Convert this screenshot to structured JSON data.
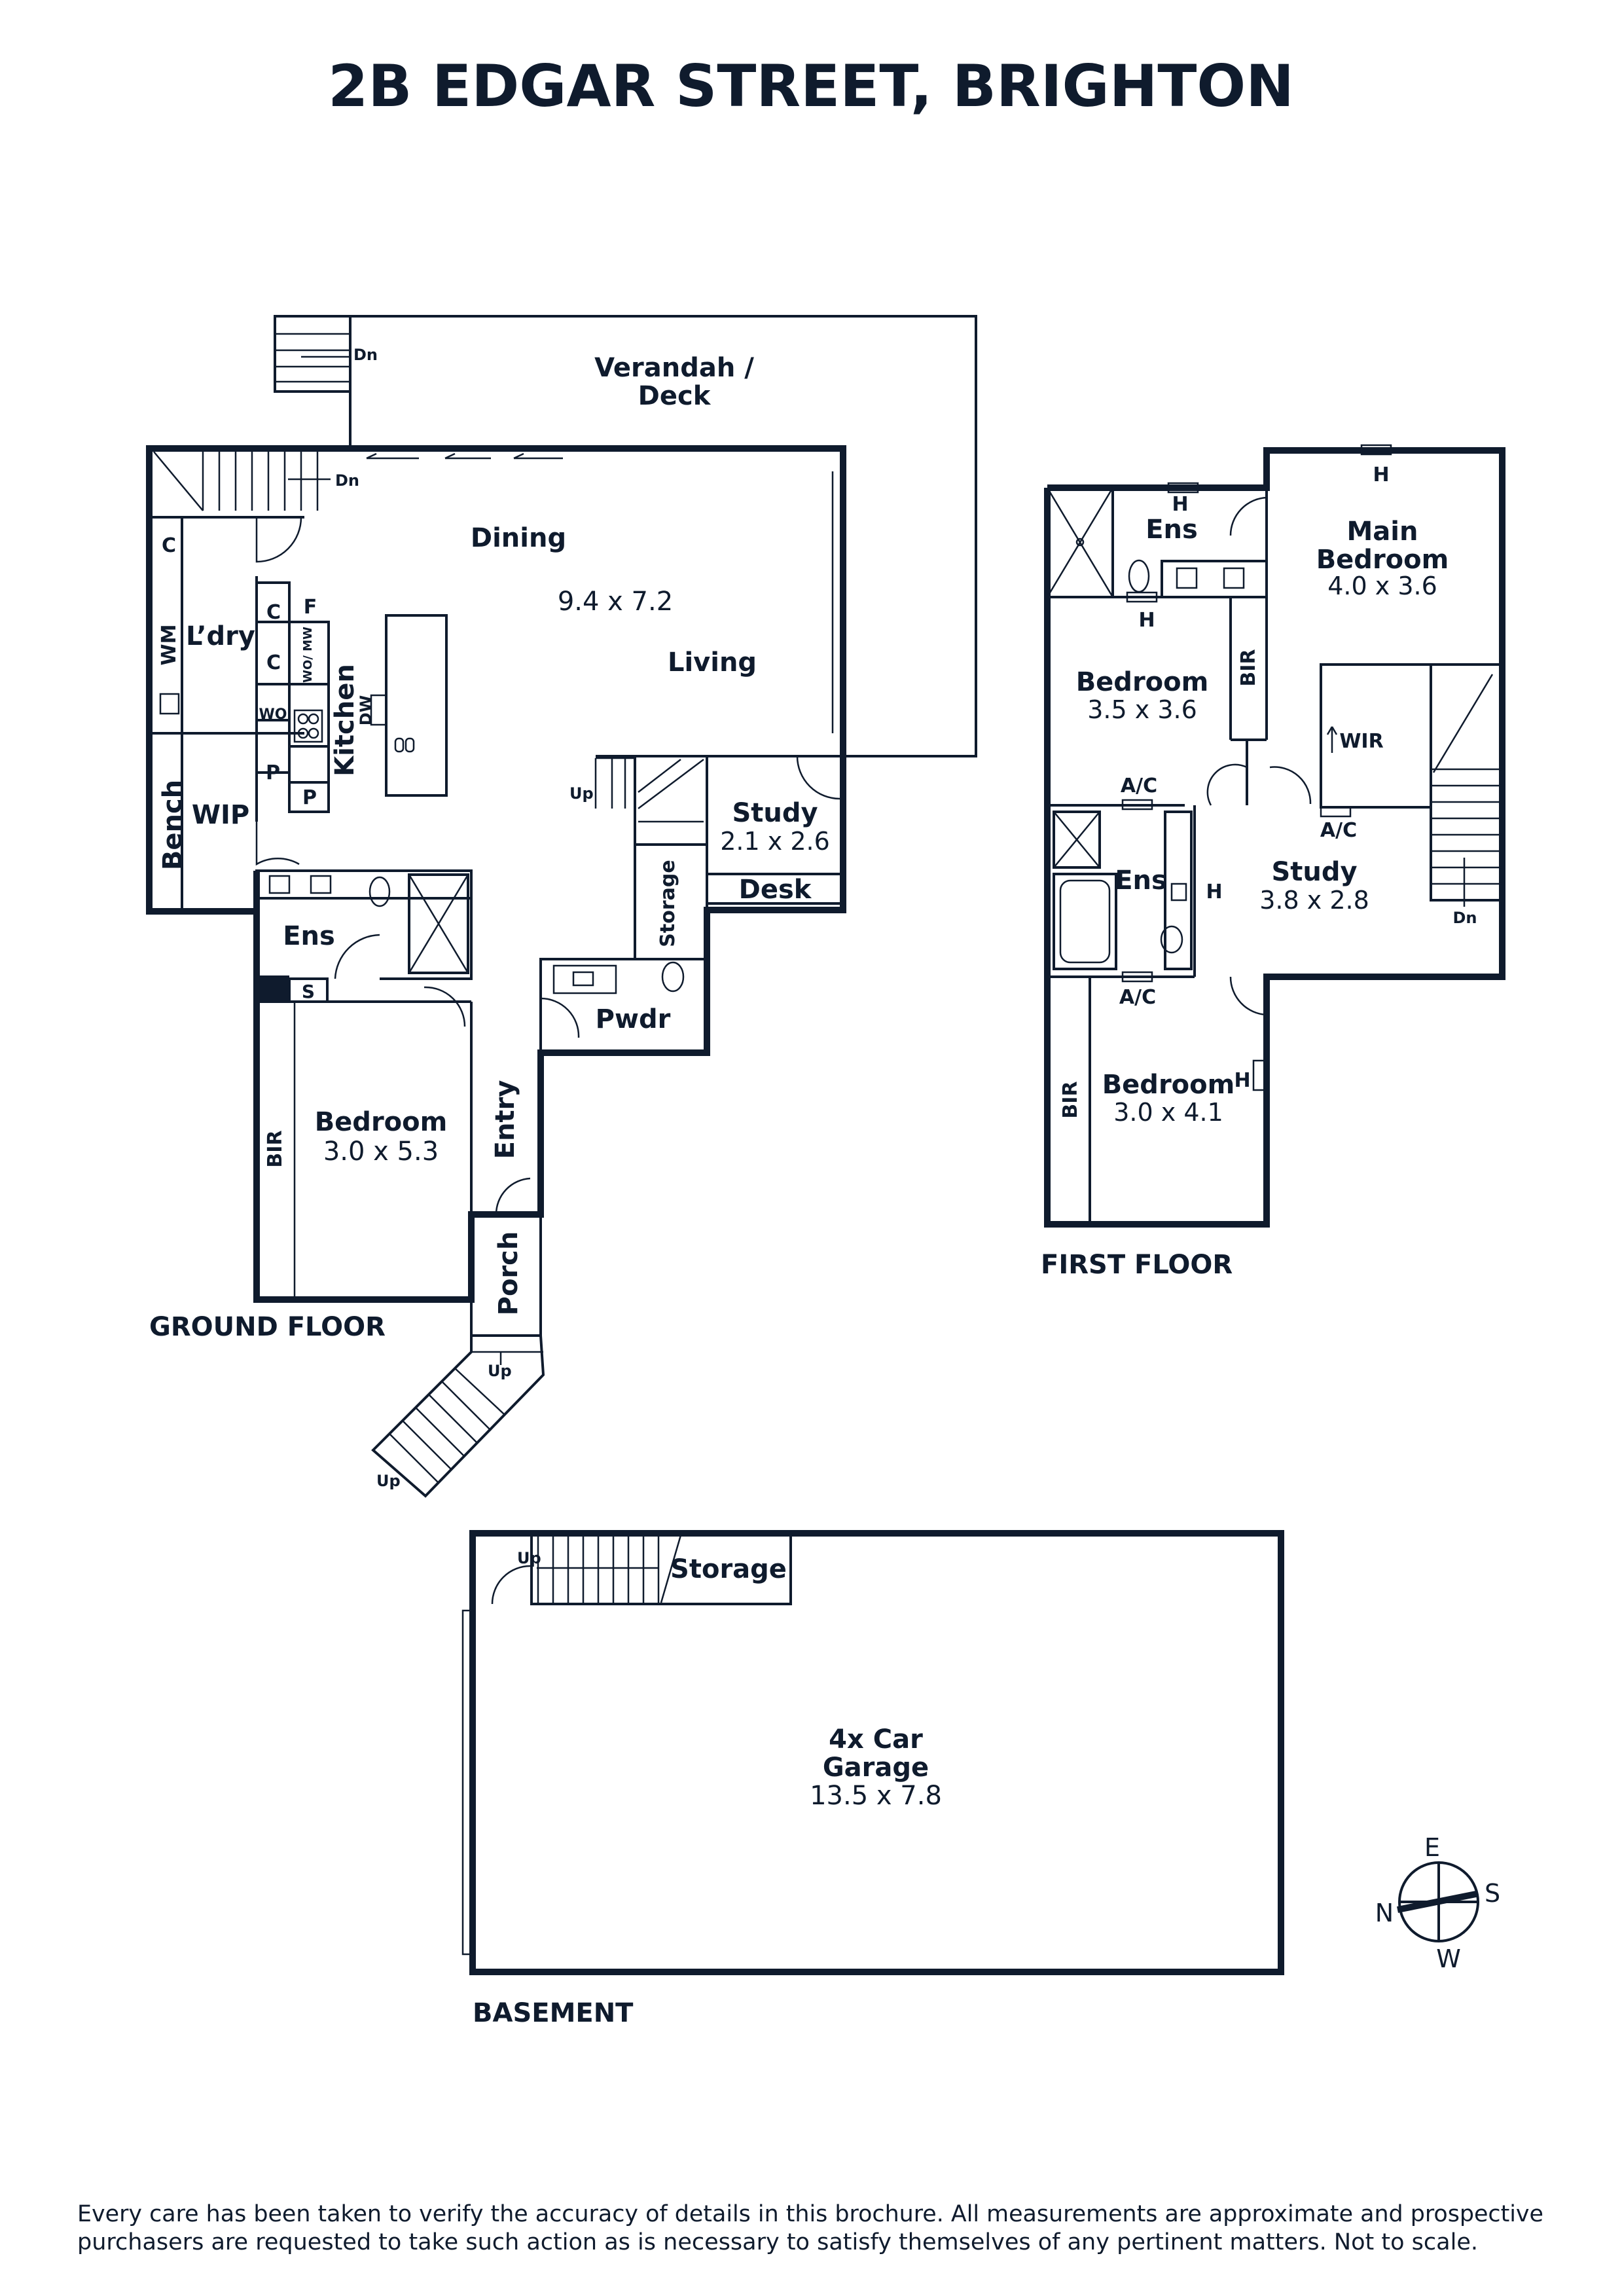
{
  "title": "2B EDGAR STREET, BRIGHTON",
  "colors": {
    "ink": "#0f1b2d",
    "background": "#ffffff"
  },
  "floors": {
    "ground": "GROUND FLOOR",
    "first": "FIRST FLOOR",
    "basement": "BASEMENT"
  },
  "ground": {
    "verandah": "Verandah /",
    "deck": "Deck",
    "dining": "Dining",
    "living_dims": "9.4 x 7.2",
    "living": "Living",
    "laundry": "L’dry",
    "kitchen": "Kitchen",
    "dw": "DW",
    "wip": "WIP",
    "bench": "Bench",
    "c": "C",
    "f": "F",
    "wm": "WM",
    "wo": "WO",
    "wo_mw": "WO/ MW",
    "p": "P",
    "ens": "Ens",
    "s": "S",
    "bedroom": "Bedroom",
    "bedroom_dims": "3.0 x 5.3",
    "bir": "BIR",
    "study": "Study",
    "study_dims": "2.1 x 2.6",
    "desk": "Desk",
    "storage": "Storage",
    "pwdr": "Pwdr",
    "entry": "Entry",
    "porch": "Porch",
    "dn": "Dn",
    "up": "Up"
  },
  "first": {
    "ens_top": "Ens",
    "h": "H",
    "main_bedroom_1": "Main",
    "main_bedroom_2": "Bedroom",
    "main_bedroom_dims": "4.0 x 3.6",
    "bedroom_a": "Bedroom",
    "bedroom_a_dims": "3.5 x 3.6",
    "bir": "BIR",
    "wir": "WIR",
    "ac": "A/C",
    "ens_mid": "Ens",
    "study": "Study",
    "study_dims": "3.8 x 2.8",
    "dn": "Dn",
    "bedroom_b": "Bedroom",
    "bedroom_b_dims": "3.0 x 4.1"
  },
  "basement": {
    "up": "Up",
    "storage": "Storage",
    "garage_1": "4x Car",
    "garage_2": "Garage",
    "garage_dims": "13.5 x 7.8"
  },
  "compass": {
    "e": "E",
    "s": "S",
    "w": "W",
    "n": "N"
  },
  "disclaimer": {
    "line1": "Every care has been taken to verify the accuracy of details in this brochure. All measurements are approximate and prospective",
    "line2": "purchasers are requested to take such action as is necessary to satisfy themselves of any pertinent matters. Not to scale."
  }
}
